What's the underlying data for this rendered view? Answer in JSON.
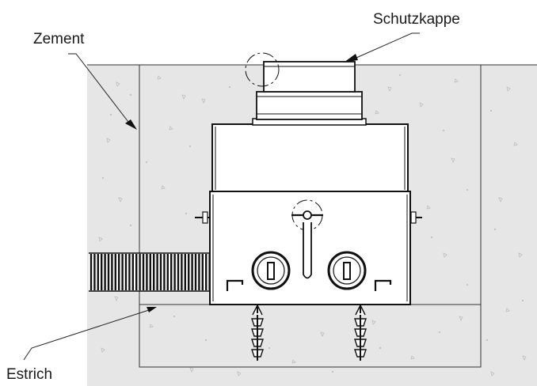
{
  "diagram": {
    "labels": {
      "cement": "Zement",
      "protective_cap": "Schutzkappe",
      "screed": "Estrich"
    },
    "colors": {
      "concrete_fill": "#e6e6e6",
      "line": "#111111",
      "box_fill": "#ffffff",
      "leader": "#222222"
    }
  }
}
